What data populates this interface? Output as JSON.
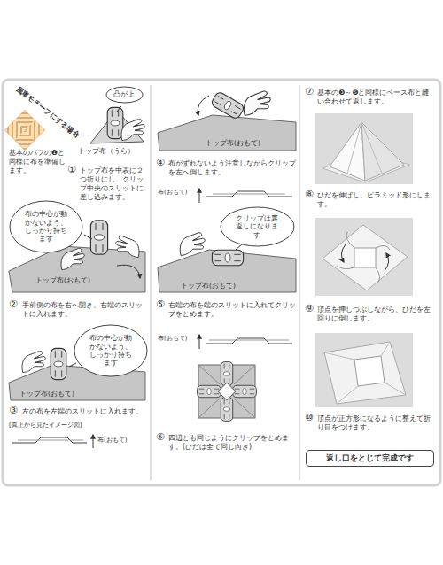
{
  "diagram": {
    "title": "風車モチーフにする場合",
    "nodes": [
      {
        "text": [
          "凸が上"
        ]
      },
      {
        "text": [
          "布の中心が動かないよう、しっかり持ちます"
        ]
      },
      {
        "text": [
          "布の中心が動かないよう、しっかり持ちます"
        ]
      },
      {
        "text": [
          "クリップは裏返しになります"
        ]
      },
      {
        "text": [
          "返し口をとじて完成です"
        ]
      }
    ],
    "labels": [
      "基本のパフの❶と同様に布を準備します。",
      "①",
      "トップ布（うら）",
      "トップ布を中表に２つ折りにし、クリップ中央のスリットに差し込みます。",
      "トップ布(おもて)",
      "②",
      "手前側の布を右へ開き、右端のスリットに入れます。",
      "トップ布(おもて)",
      "③",
      "左の布を左端のスリットに入れます。",
      "[真上から見たイメージ図]",
      "布(おもて)",
      "トップ布(おもて)",
      "④",
      "布がずれないよう注意しながらクリップを左へ倒します。",
      "布(おもて)",
      "トップ布(おもて)",
      "⑤",
      "右端の布を端のスリットに入れてクリップをとめます。",
      "布(おもて)",
      "⑥",
      "四辺とも同じようにクリップをとめます。(ひだは全て同じ向き)",
      "⑦",
      "基本の❸～❺と同様にベース布と縫い合わせて返します。",
      "⑧",
      "ひだを伸ばし、ピラミッド形にします。",
      "⑨",
      "頂点を押しつぶしながら、ひだを左回りに倒します。",
      "⑩",
      "頂点が正方形になるように整えて折り目をつけます。"
    ]
  }
}
